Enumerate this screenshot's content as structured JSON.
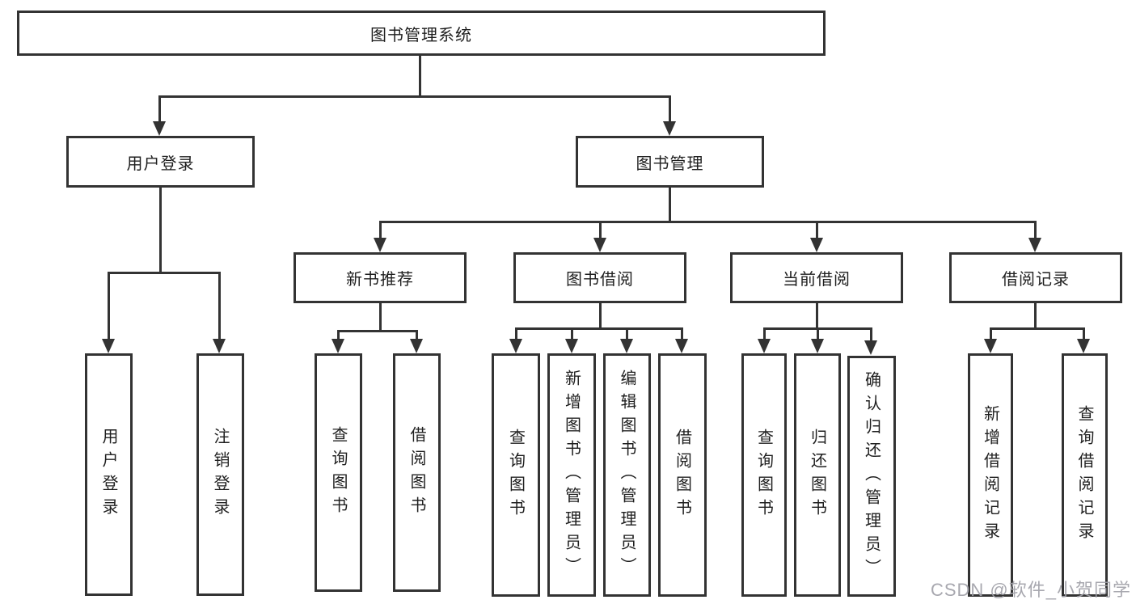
{
  "tree": {
    "root": "图书管理系统",
    "branches": [
      {
        "label": "用户登录",
        "leaves": [
          "用户登录",
          "注销登录"
        ]
      },
      {
        "label": "图书管理",
        "groups": [
          {
            "label": "新书推荐",
            "leaves": [
              "查询图书",
              "借阅图书"
            ]
          },
          {
            "label": "图书借阅",
            "leaves": [
              "查询图书",
              "新增图书（管理员）",
              "编辑图书（管理员）",
              "借阅图书"
            ]
          },
          {
            "label": "当前借阅",
            "leaves": [
              "查询图书",
              "归还图书",
              "确认归还（管理员）"
            ]
          },
          {
            "label": "借阅记录",
            "leaves": [
              "新增借阅记录",
              "查询借阅记录"
            ]
          }
        ]
      }
    ]
  },
  "watermark": {
    "text": "CSDN @软件_小贺同学"
  },
  "colors": {
    "line": "#333333",
    "text": "#1f1f1f",
    "background": "#ffffff",
    "watermark": "#a1a1a9"
  }
}
